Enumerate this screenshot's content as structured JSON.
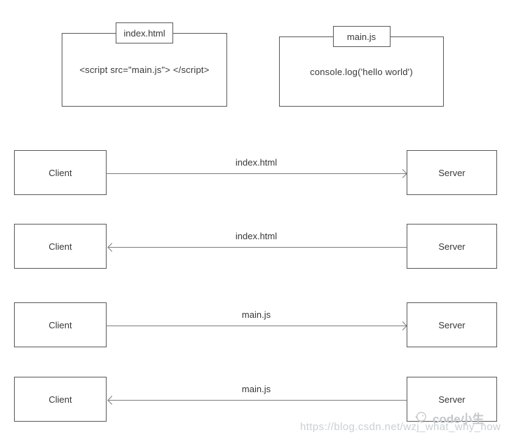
{
  "files": [
    {
      "tab": "index.html",
      "content": "<script src=\"main.js\"> </script>"
    },
    {
      "tab": "main.js",
      "content": "console.log('hello world')"
    }
  ],
  "exchanges": [
    {
      "client": "Client",
      "server": "Server",
      "label": "index.html",
      "direction": "right"
    },
    {
      "client": "Client",
      "server": "Server",
      "label": "index.html",
      "direction": "left"
    },
    {
      "client": "Client",
      "server": "Server",
      "label": "main.js",
      "direction": "right"
    },
    {
      "client": "Client",
      "server": "Server",
      "label": "main.js",
      "direction": "left"
    }
  ],
  "watermark": {
    "brand": "code小生",
    "url": "https://blog.csdn.net/wzj_what_why_how"
  },
  "colors": {
    "box_border": "#595959",
    "arrow": "#7c7c7c",
    "text": "#383838",
    "watermark_text": "#c4c7c9",
    "watermark_url": "#cbd0d3",
    "background": "#ffffff"
  }
}
